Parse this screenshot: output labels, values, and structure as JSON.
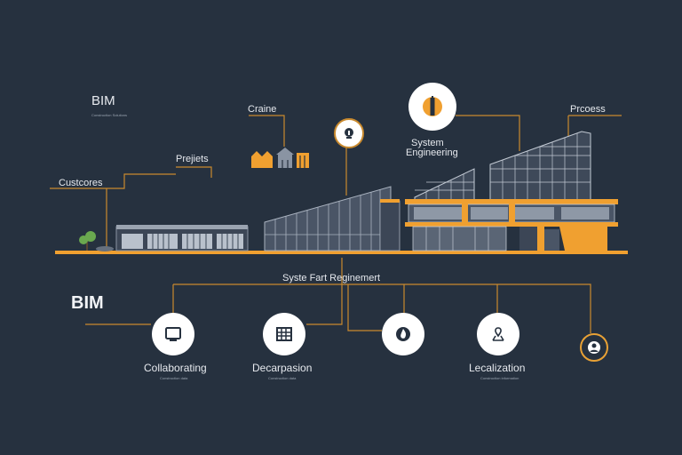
{
  "labels": {
    "bim_top": "BIM",
    "bim_top_sub": "Construction Solutions",
    "crane": "Craine",
    "projects": "Prejiets",
    "customers": "Custcores",
    "system_engineering_line1": "System",
    "system_engineering_line2": "Engineering",
    "process": "Prcoess",
    "bim_bottom": "BIM",
    "center_label": "Syste Fart Reginemert",
    "collaborating": "Collaborating",
    "collaborating_sub": "Construction data",
    "decomposition": "Decarpasion",
    "decomposition_sub": "Construction data",
    "localization": "Lecalization",
    "localization_sub": "Construction information"
  },
  "icons": {
    "process_node": "tower-icon",
    "engineering_node": "info-icon",
    "collab_node": "monitor-icon",
    "decomp_node": "grid-icon",
    "fire_node": "flame-icon",
    "location_node": "pin-icon",
    "user_node": "user-icon"
  },
  "colors": {
    "background": "#26313f",
    "accent": "#f0a030",
    "line": "#c98a2e",
    "building": "#6e7888",
    "text": "#e6e9ee"
  }
}
